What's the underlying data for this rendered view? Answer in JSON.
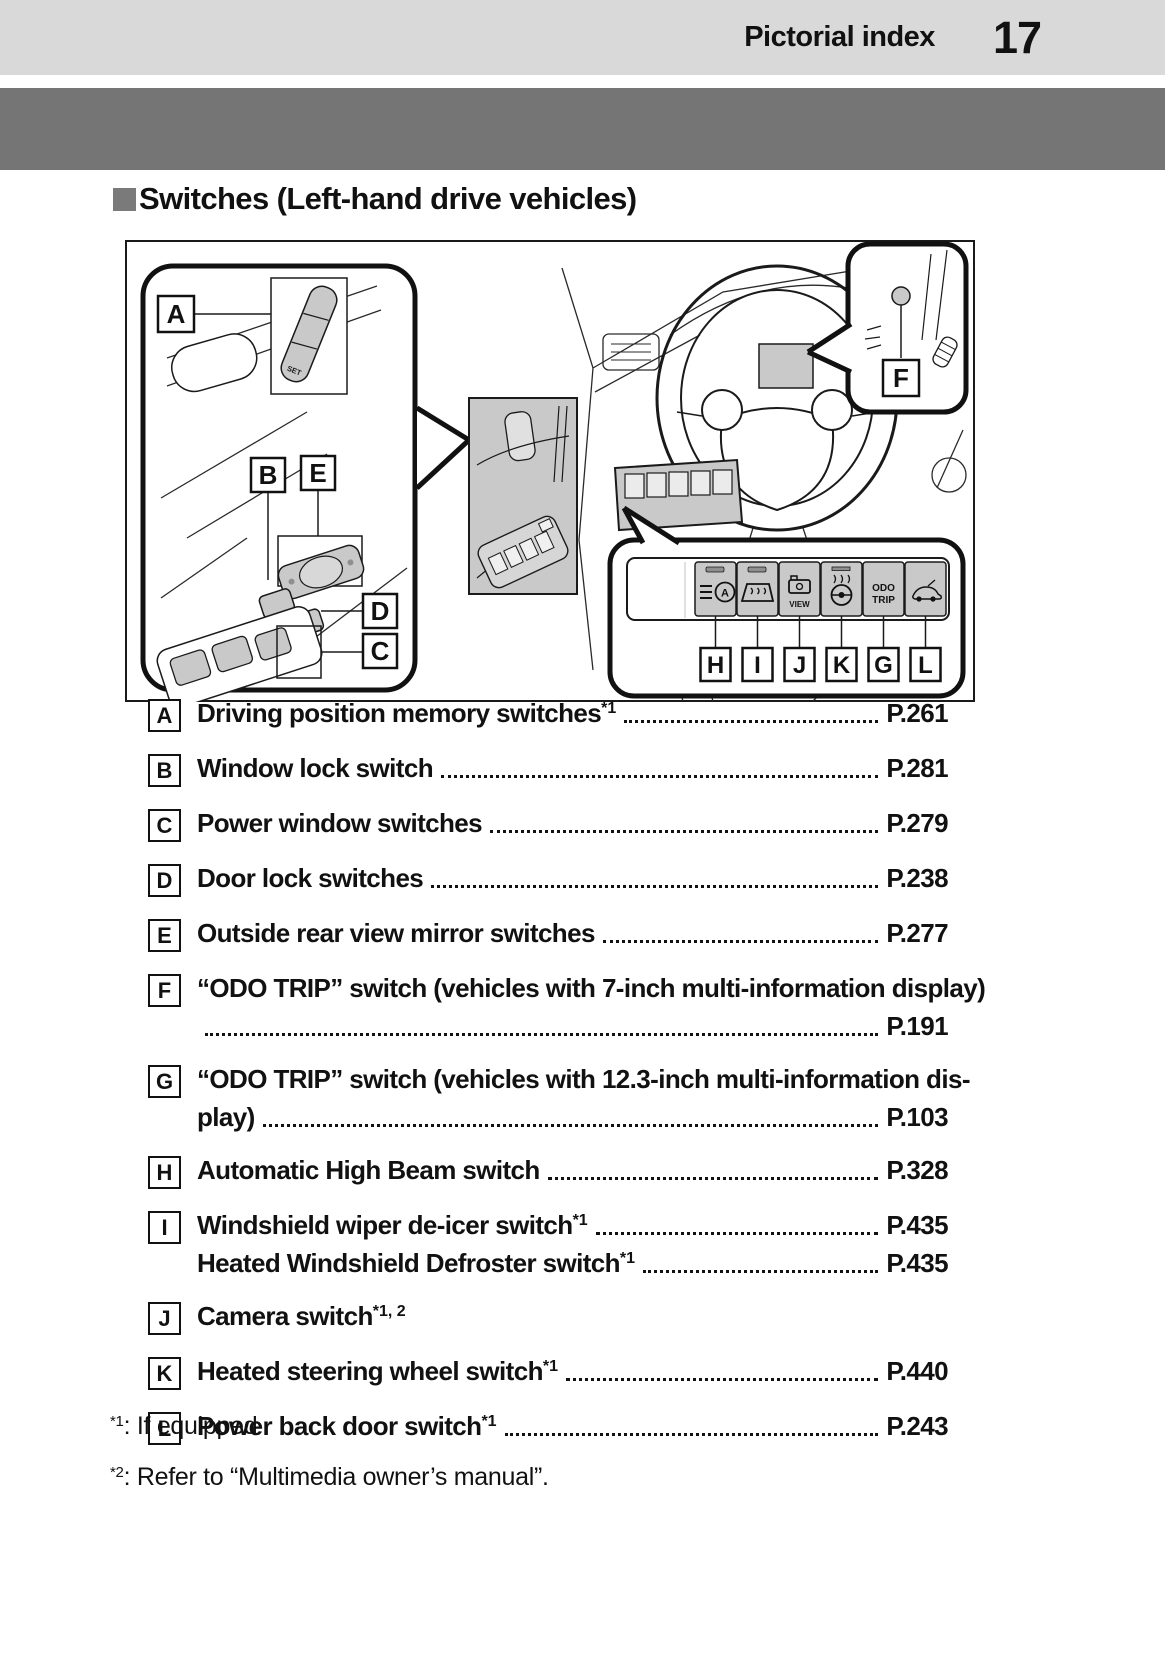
{
  "header": {
    "section_title": "Pictorial index",
    "page_number": "17"
  },
  "section": {
    "title": "Switches (Left-hand drive vehicles)"
  },
  "diagram": {
    "callouts": {
      "a": "A",
      "b": "B",
      "c": "C",
      "d": "D",
      "e": "E",
      "f": "F"
    },
    "panel_labels": [
      "H",
      "I",
      "J",
      "K",
      "G",
      "L"
    ],
    "switch_texts": {
      "auto": "A",
      "view": "VIEW",
      "odo": "ODO",
      "trip": "TRIP",
      "memory_set": "SET"
    }
  },
  "index_items": [
    {
      "letter": "A",
      "lines": [
        {
          "text": "Driving position memory switches",
          "sup": "*1",
          "page": "P.261"
        }
      ]
    },
    {
      "letter": "B",
      "lines": [
        {
          "text": "Window lock switch",
          "page": "P.281"
        }
      ]
    },
    {
      "letter": "C",
      "lines": [
        {
          "text": "Power window switches",
          "page": "P.279"
        }
      ]
    },
    {
      "letter": "D",
      "lines": [
        {
          "text": "Door lock switches ",
          "page": "P.238"
        }
      ]
    },
    {
      "letter": "E",
      "lines": [
        {
          "text": "Outside rear view mirror switches ",
          "page": "P.277"
        }
      ]
    },
    {
      "letter": "F",
      "lines": [
        {
          "text": "“ODO TRIP” switch (vehicles with 7-inch multi-information display)"
        },
        {
          "text": "",
          "page": "P.191"
        }
      ]
    },
    {
      "letter": "G",
      "lines": [
        {
          "text": "“ODO TRIP” switch (vehicles with 12.3-inch multi-information dis-"
        },
        {
          "text": "play)",
          "page": "P.103"
        }
      ]
    },
    {
      "letter": "H",
      "lines": [
        {
          "text": "Automatic High Beam switch ",
          "page": "P.328"
        }
      ]
    },
    {
      "letter": "I",
      "lines": [
        {
          "text": "Windshield wiper de-icer switch",
          "sup": "*1",
          "page": "P.435"
        },
        {
          "text": "Heated Windshield Defroster switch",
          "sup": "*1",
          "page": "P.435"
        }
      ]
    },
    {
      "letter": "J",
      "lines": [
        {
          "text": "Camera switch",
          "sup": "*1, 2"
        }
      ]
    },
    {
      "letter": "K",
      "lines": [
        {
          "text": "Heated steering wheel switch",
          "sup": "*1",
          "page": "P.440"
        }
      ]
    },
    {
      "letter": "L",
      "lines": [
        {
          "text": "Power back door switch",
          "sup": "*1",
          "page": "P.243"
        }
      ]
    }
  ],
  "footnotes": [
    {
      "marker": "*1",
      "text": ": If equipped"
    },
    {
      "marker": "*2",
      "text": ": Refer to “Multimedia owner’s manual”."
    }
  ],
  "colors": {
    "header_band": "#d9d9d9",
    "section_band": "#757575",
    "title_bullet": "#7a7a7a",
    "panel_shade": "#c9c9c9"
  }
}
